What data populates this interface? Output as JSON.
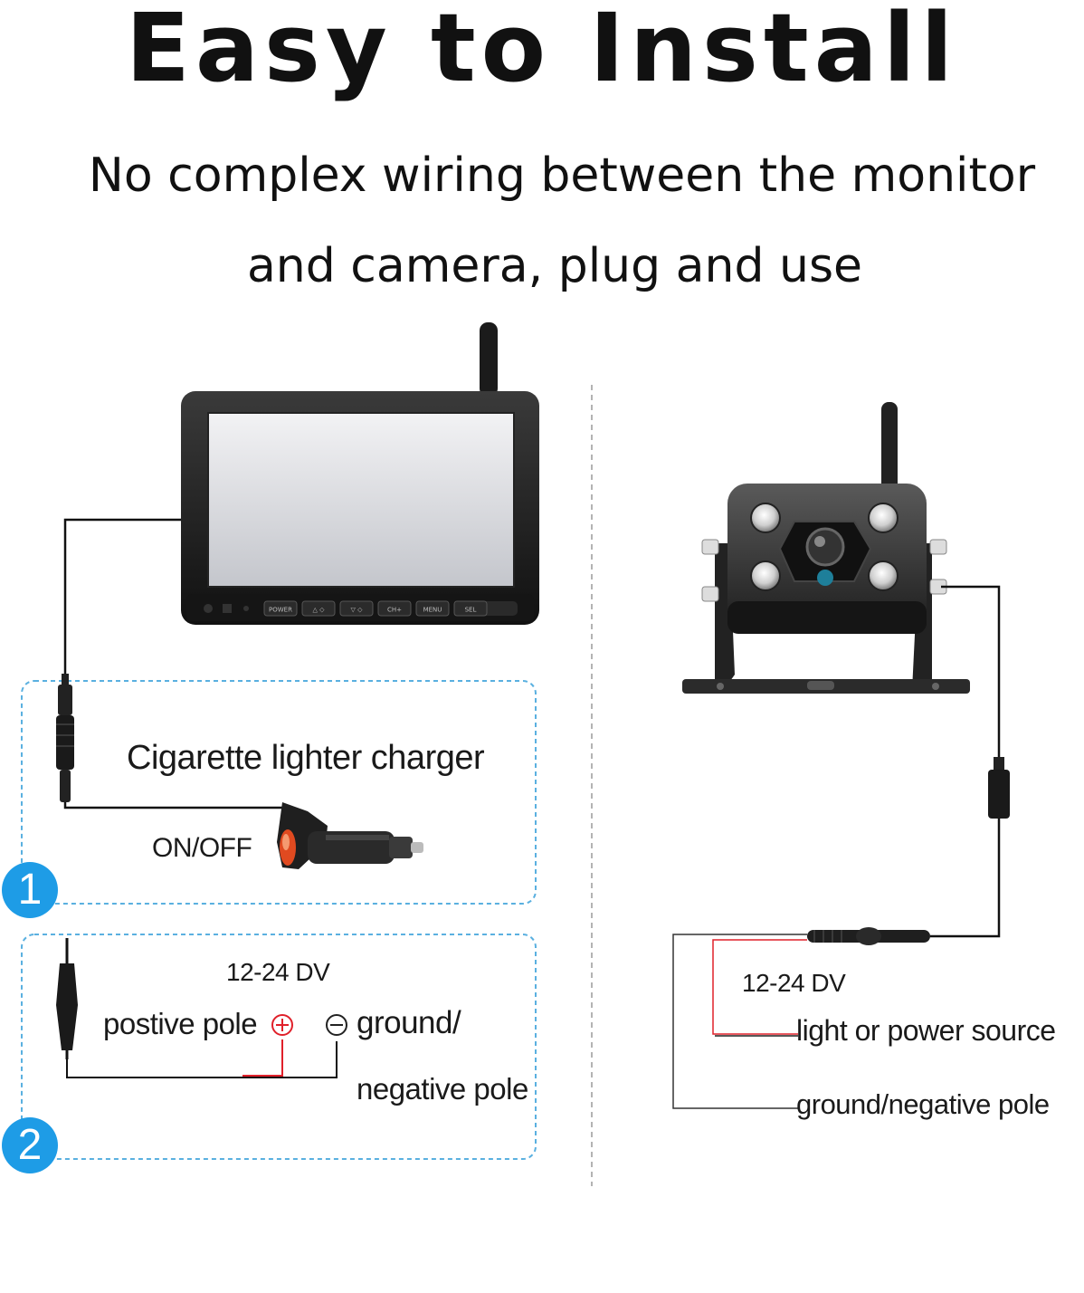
{
  "header": {
    "title": "Easy to Install",
    "subtitle_line1": "No complex wiring between the monitor",
    "subtitle_line2": "and camera, plug and use"
  },
  "monitor": {
    "buttons": [
      "POWER",
      "△ ◇",
      "▽ ◇",
      "CH+",
      "MENU",
      "SEL"
    ]
  },
  "steps": {
    "step1": {
      "number": "1",
      "label": "Cigarette lighter charger",
      "switch_label": "ON/OFF"
    },
    "step2": {
      "number": "2",
      "voltage": "12-24 DV",
      "positive": "postive pole",
      "ground": "ground/",
      "negative": "negative pole"
    }
  },
  "camera": {
    "voltage": "12-24 DV",
    "power_label": "light or power source",
    "ground_label": "ground/negative pole"
  },
  "colors": {
    "accent_blue": "#1e9ce6",
    "positive_red": "#e0202a",
    "dash_blue": "#5ab0e0"
  }
}
